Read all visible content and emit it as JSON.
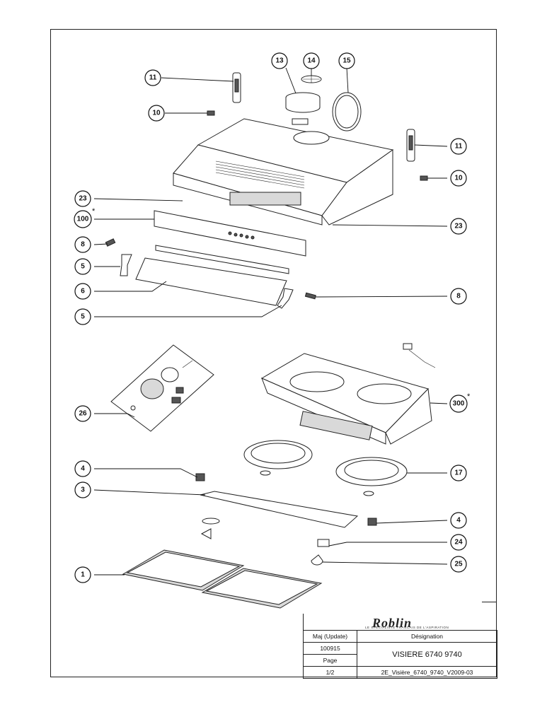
{
  "callouts": [
    {
      "id": "c11a",
      "label": "11"
    },
    {
      "id": "c10a",
      "label": "10"
    },
    {
      "id": "c13",
      "label": "13"
    },
    {
      "id": "c14",
      "label": "14"
    },
    {
      "id": "c15",
      "label": "15"
    },
    {
      "id": "c11b",
      "label": "11"
    },
    {
      "id": "c10b",
      "label": "10"
    },
    {
      "id": "c23a",
      "label": "23"
    },
    {
      "id": "c100",
      "label": "100"
    },
    {
      "id": "c23b",
      "label": "23"
    },
    {
      "id": "c8a",
      "label": "8"
    },
    {
      "id": "c5a",
      "label": "5"
    },
    {
      "id": "c6",
      "label": "6"
    },
    {
      "id": "c8b",
      "label": "8"
    },
    {
      "id": "c5b",
      "label": "5"
    },
    {
      "id": "c26",
      "label": "26"
    },
    {
      "id": "c300",
      "label": "300"
    },
    {
      "id": "c4a",
      "label": "4"
    },
    {
      "id": "c17",
      "label": "17"
    },
    {
      "id": "c3",
      "label": "3"
    },
    {
      "id": "c4b",
      "label": "4"
    },
    {
      "id": "c24",
      "label": "24"
    },
    {
      "id": "c25",
      "label": "25"
    },
    {
      "id": "c1",
      "label": "1"
    }
  ],
  "asterisk": "*",
  "title_block": {
    "brand": "Roblin",
    "tagline": "LE SPECIALISTE FRANCAIS DE L'ASPIRATION",
    "maj_label": "Maj (Update)",
    "designation_label": "Désignation",
    "maj_value": "100915",
    "product_name": "VISIERE 6740 9740",
    "page_label": "Page",
    "page_value": "1/2",
    "document_ref": "2E_Visière_6740_9740_V2009-03"
  }
}
